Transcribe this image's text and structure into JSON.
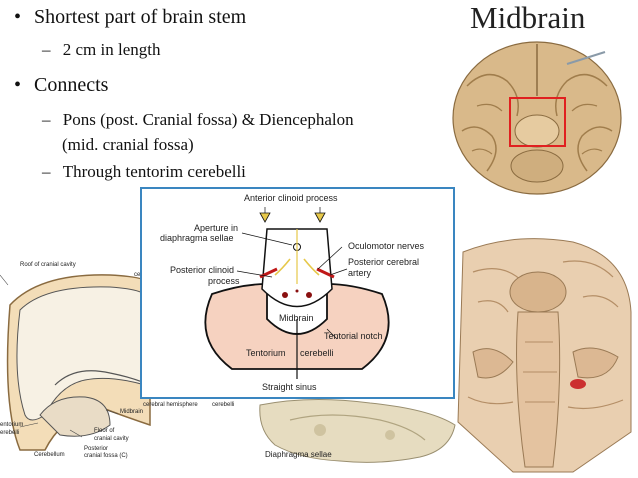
{
  "slide": {
    "title": "Midbrain",
    "bullets": [
      {
        "text": "Shortest  part of brain stem",
        "subs": [
          "2 cm in length"
        ]
      },
      {
        "text": "Connects",
        "subs": [
          "Pons (post. Cranial fossa) & Diencephalon",
          "(mid. cranial fossa)",
          "Through tentorim cerebelli"
        ]
      }
    ],
    "bullet_glyph": "•",
    "dash_glyph": "–"
  },
  "inset": {
    "labels": {
      "anterior_clinoid": "Anterior clinoid process",
      "aperture_1": "Aperture in",
      "aperture_2": "diaphragma sellae",
      "oculomotor": "Oculomotor nerves",
      "post_clinoid_1": "Posterior clinoid",
      "post_clinoid_2": "process",
      "post_cerebral_1": "Posterior cerebral",
      "post_cerebral_2": "artery",
      "midbrain": "Midbrain",
      "tentorial_notch": "Tentorial notch",
      "tentorium": "Tentorium",
      "cerebelli": "cerebelli",
      "straight_sinus": "Straight sinus"
    }
  },
  "left_figure": {
    "labels": {
      "roof": "Roof of cranial cavity",
      "ce": "ce",
      "midbrain": "Midbrain",
      "tentorium_1": "entorium",
      "tentorium_2": "erebelli",
      "floor_1": "Floor of",
      "floor_2": "cranial cavity",
      "cerebellum": "Cerebellum",
      "posterior_1": "Posterior",
      "posterior_2": "cranial fossa (C)",
      "cerebral_hemisphere": "cerebral hemisphere",
      "cerebelli_bottom": "cerebelli",
      "diaphragma_sellae": "Diaphragma sellae"
    }
  },
  "colors": {
    "highlight_box": "#e02020",
    "inset_border": "#3a86c0",
    "tentorium_fill": "#f6d2c0",
    "brain_tan": "#d9b98a",
    "nerve_yellow": "#e6c84a"
  }
}
